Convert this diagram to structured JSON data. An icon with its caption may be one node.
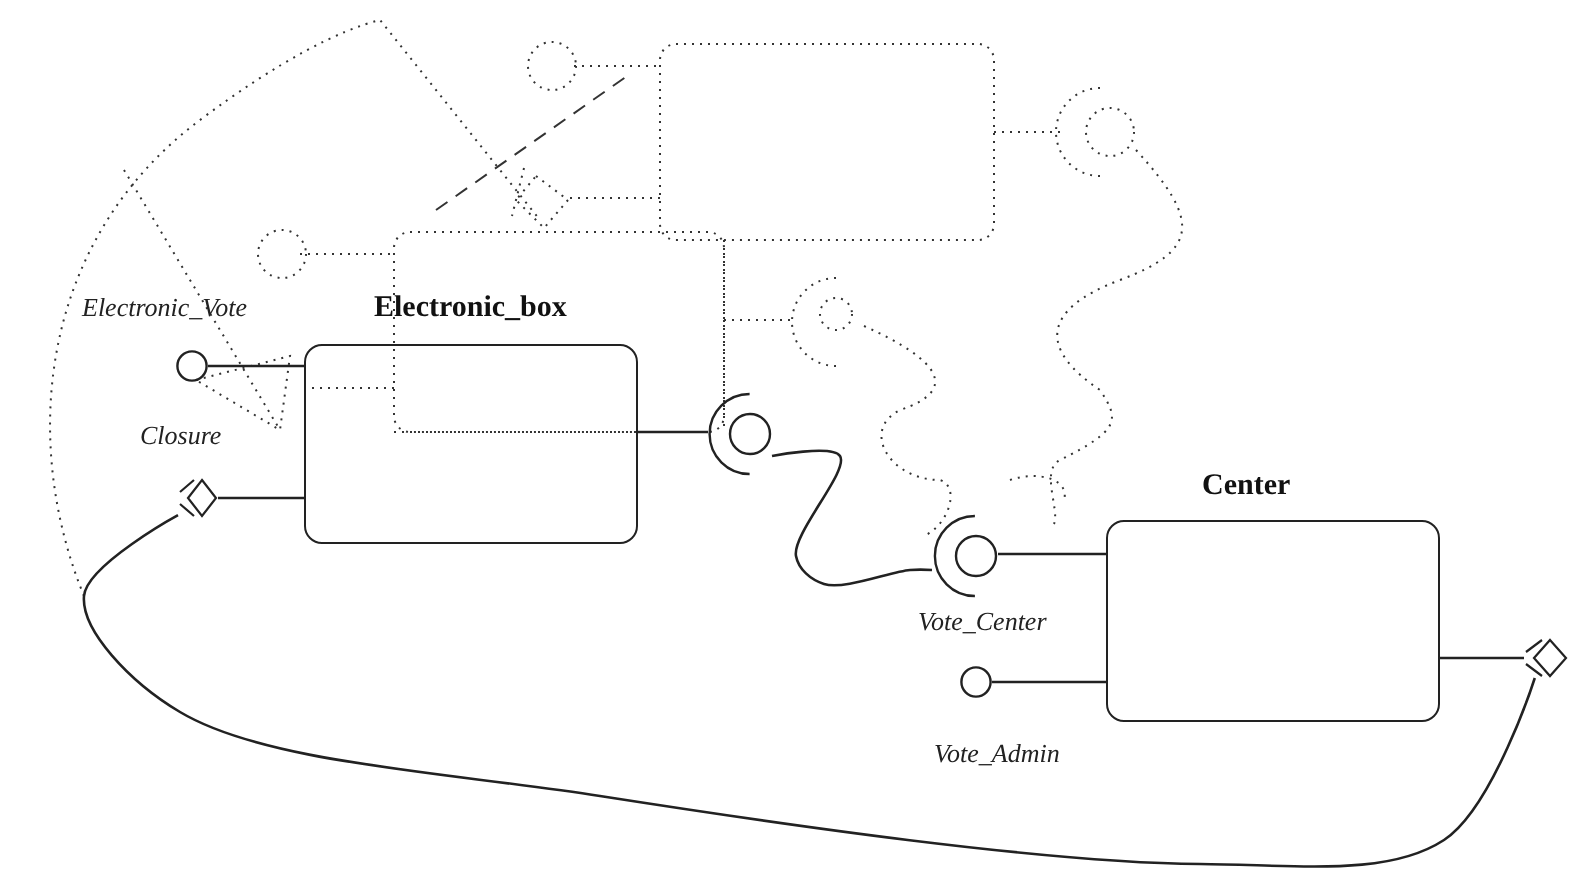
{
  "diagram": {
    "nodes": [
      {
        "text": [
          "Electronic_box"
        ]
      },
      {
        "text": [
          "Center"
        ]
      },
      {
        "text": [],
        "shape": "circle",
        "beside": [
          "Electronic_Vote"
        ]
      },
      {
        "text": [],
        "shape": "diamond",
        "beside": [
          "Closure"
        ]
      },
      {
        "text": [],
        "shape": "circle"
      },
      {
        "text": [],
        "shape": "circle",
        "beside": [
          "Vote_Center"
        ]
      },
      {
        "text": [],
        "shape": "circle",
        "beside": [
          "Vote_Admin"
        ]
      },
      {
        "text": [],
        "shape": "diamond"
      }
    ],
    "edges": [
      {
        "from": 2,
        "to": 0,
        "arrow": "none"
      },
      {
        "from": 3,
        "to": 0,
        "arrow": "none"
      },
      {
        "from": 0,
        "to": 4,
        "arrow": "none"
      },
      {
        "from": 4,
        "to": 5,
        "arrow": "none"
      },
      {
        "from": 5,
        "to": 1,
        "arrow": "none"
      },
      {
        "from": 6,
        "to": 1,
        "arrow": "none"
      },
      {
        "from": 1,
        "to": 7,
        "arrow": "none"
      },
      {
        "from": 3,
        "to": 7,
        "arrow": "none"
      }
    ]
  }
}
